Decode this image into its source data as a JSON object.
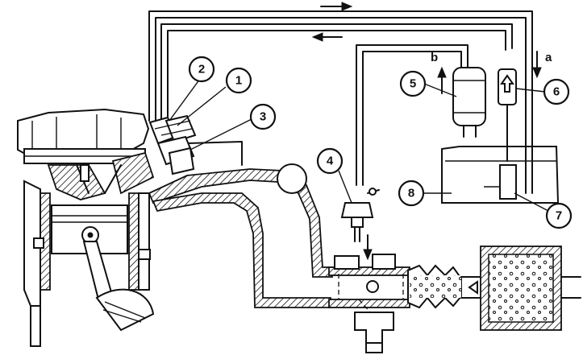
{
  "callouts": [
    {
      "label": "1"
    },
    {
      "label": "2"
    },
    {
      "label": "3"
    },
    {
      "label": "4"
    },
    {
      "label": "5"
    },
    {
      "label": "6"
    },
    {
      "label": "7"
    },
    {
      "label": "8"
    }
  ],
  "letters": {
    "a": "a",
    "b": "b"
  }
}
